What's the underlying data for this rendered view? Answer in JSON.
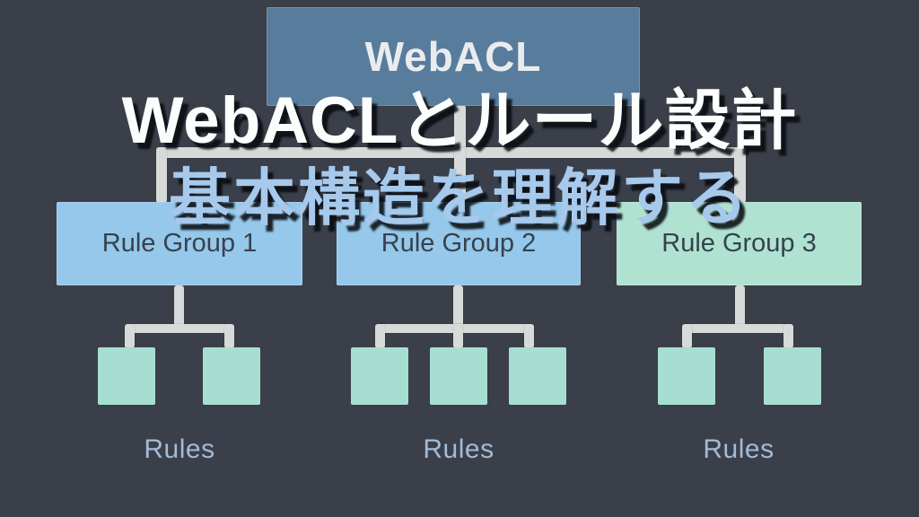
{
  "title_overlay": {
    "line1": "WebACLとルール設計",
    "line2": "基本構造を理解する"
  },
  "diagram": {
    "root_label": "WebACL",
    "groups": [
      {
        "label": "Rule Group 1",
        "rules_label": "Rules",
        "rule_count": 2
      },
      {
        "label": "Rule Group 2",
        "rules_label": "Rules",
        "rule_count": 3
      },
      {
        "label": "Rule Group 3",
        "rules_label": "Rules",
        "rule_count": 2
      }
    ],
    "colors": {
      "background": "#3a3f49",
      "webacl_box": "#587c9b",
      "rule_group_blue": "#95c8ea",
      "rule_group_mint": "#b0e2d2",
      "rule_square": "#a6dfd1",
      "connector": "#d7dad8",
      "rules_label_text": "#a2bbd6",
      "title_line1_text": "#fcfdfd",
      "title_line2_text": "#a6c9ec"
    }
  }
}
